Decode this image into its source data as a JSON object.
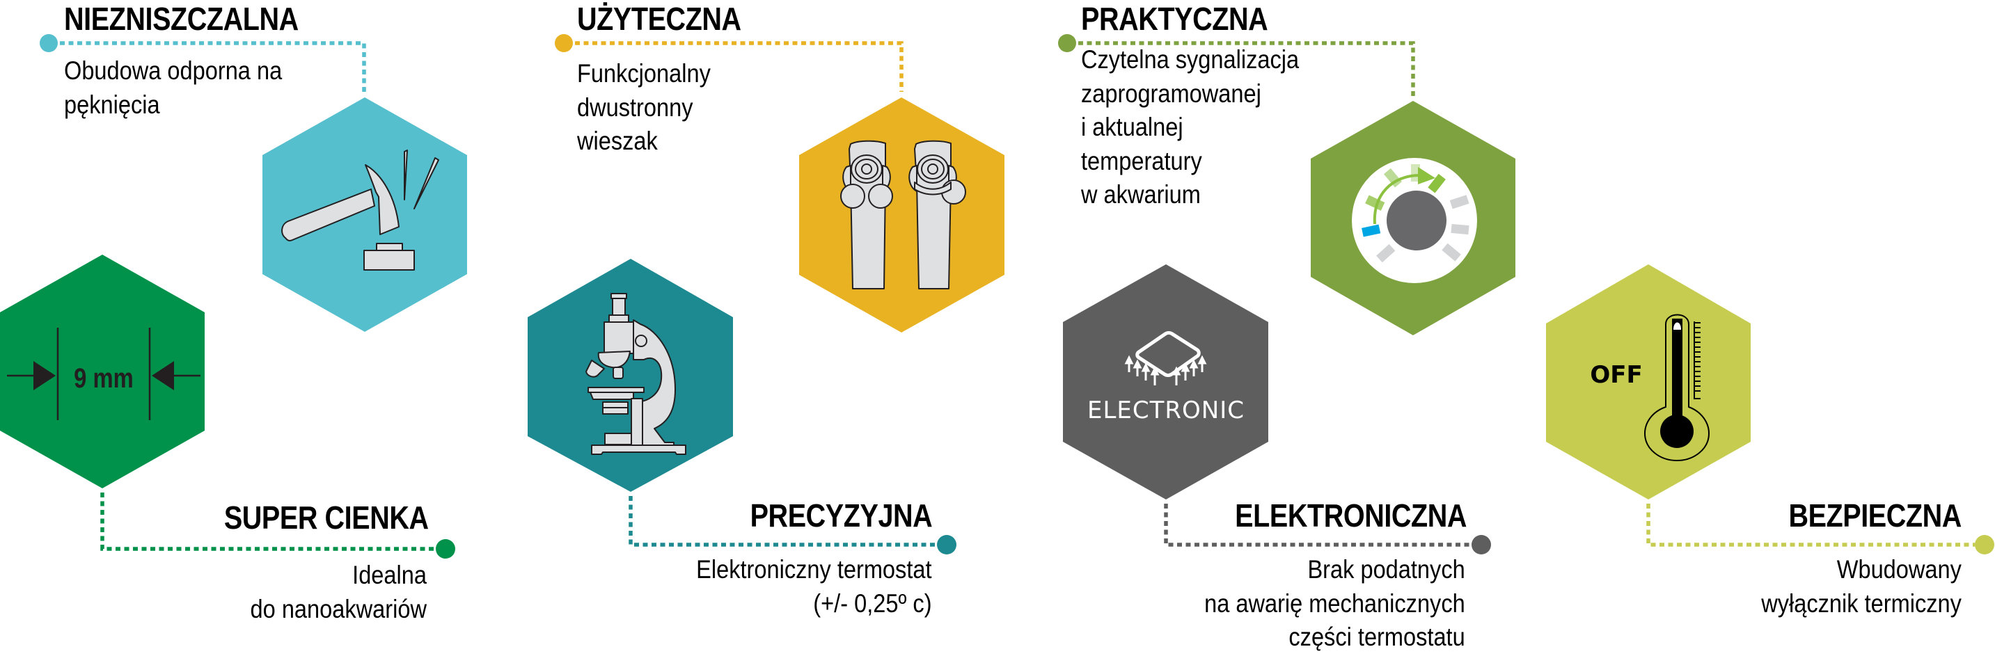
{
  "features": [
    {
      "id": "niezniszczalna",
      "title": "NIEZNISZCZALNA",
      "description": [
        "Obudowa odporna na",
        "pęknięcia"
      ],
      "icon": "hammer-icon",
      "color": "#55BFCE"
    },
    {
      "id": "super-cienka",
      "title": "SUPER CIENKA",
      "description": [
        "Idealna",
        "do nanoakwariów"
      ],
      "icon": "thickness-icon",
      "icon_text": "9 mm",
      "color": "#00924A"
    },
    {
      "id": "uzyteczna",
      "title": "UŻYTECZNA",
      "description": [
        "Funkcjonalny",
        "dwustronny",
        "wieszak"
      ],
      "icon": "hanger-clip-icon",
      "color": "#E8B223"
    },
    {
      "id": "precyzyjna",
      "title": "PRECYZYJNA",
      "description": [
        "Elektroniczny termostat",
        "(+/- 0,25º c)"
      ],
      "icon": "microscope-icon",
      "color": "#1D8A91"
    },
    {
      "id": "praktyczna",
      "title": "PRAKTYCZNA",
      "description": [
        "Czytelna sygnalizacja",
        "zaprogramowanej",
        "i aktualnej",
        "temperatury",
        "w akwarium"
      ],
      "icon": "temperature-dial-icon",
      "color": "#7FA240"
    },
    {
      "id": "elektroniczna",
      "title": "ELEKTRONICZNA",
      "description": [
        "Brak podatnych",
        "na awarię mechanicznych",
        "części termostatu"
      ],
      "icon": "chip-icon",
      "icon_text": "ELECTRONIC",
      "color": "#5E5E5E"
    },
    {
      "id": "bezpieczna",
      "title": "BEZPIECZNA",
      "description": [
        "Wbudowany",
        "wyłącznik termiczny"
      ],
      "icon": "thermometer-icon",
      "icon_text": "OFF",
      "color": "#C6CC50"
    }
  ],
  "colors": {
    "icon_fill": "#DFE0E2",
    "icon_stroke": "#231F20",
    "dial_ring": "#FFFFFF",
    "dial_knob": "#68686A",
    "dial_active": "#8CC13F",
    "dial_inactive": "#D1D3D4",
    "dial_current": "#00A6E3"
  }
}
